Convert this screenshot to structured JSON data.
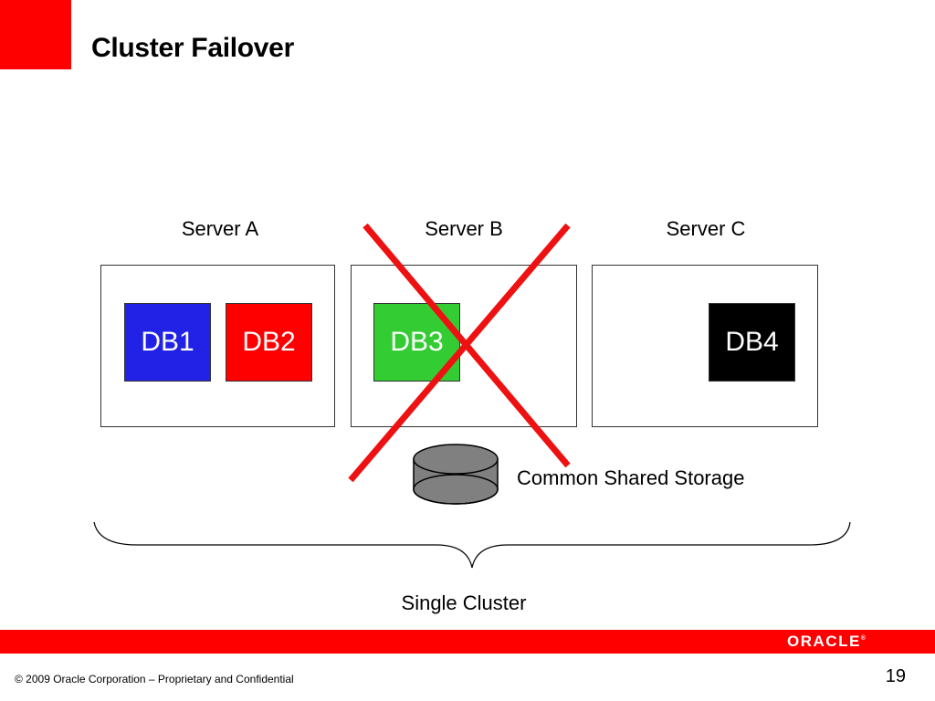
{
  "slide": {
    "title": "Cluster Failover",
    "page_number": "19",
    "copyright": "© 2009 Oracle Corporation – Proprietary and Confidential",
    "logo_text": "ORACLE"
  },
  "servers": [
    {
      "label": "Server A",
      "failed": false
    },
    {
      "label": "Server B",
      "failed": true
    },
    {
      "label": "Server C",
      "failed": false
    }
  ],
  "databases": [
    {
      "label": "DB1",
      "server": "Server A",
      "color": "#2222e6",
      "text_color": "#ffffff"
    },
    {
      "label": "DB2",
      "server": "Server A",
      "color": "#ff0000",
      "text_color": "#ffffff"
    },
    {
      "label": "DB3",
      "server": "Server B",
      "color": "#33cc33",
      "text_color": "#ffffff"
    },
    {
      "label": "DB4",
      "server": "Server C",
      "color": "#000000",
      "text_color": "#ffffff"
    }
  ],
  "storage": {
    "label": "Common Shared Storage",
    "color": "#808080"
  },
  "cluster": {
    "label": "Single Cluster"
  },
  "colors": {
    "accent": "#ff0000",
    "failure_cross": "#ee1111"
  }
}
